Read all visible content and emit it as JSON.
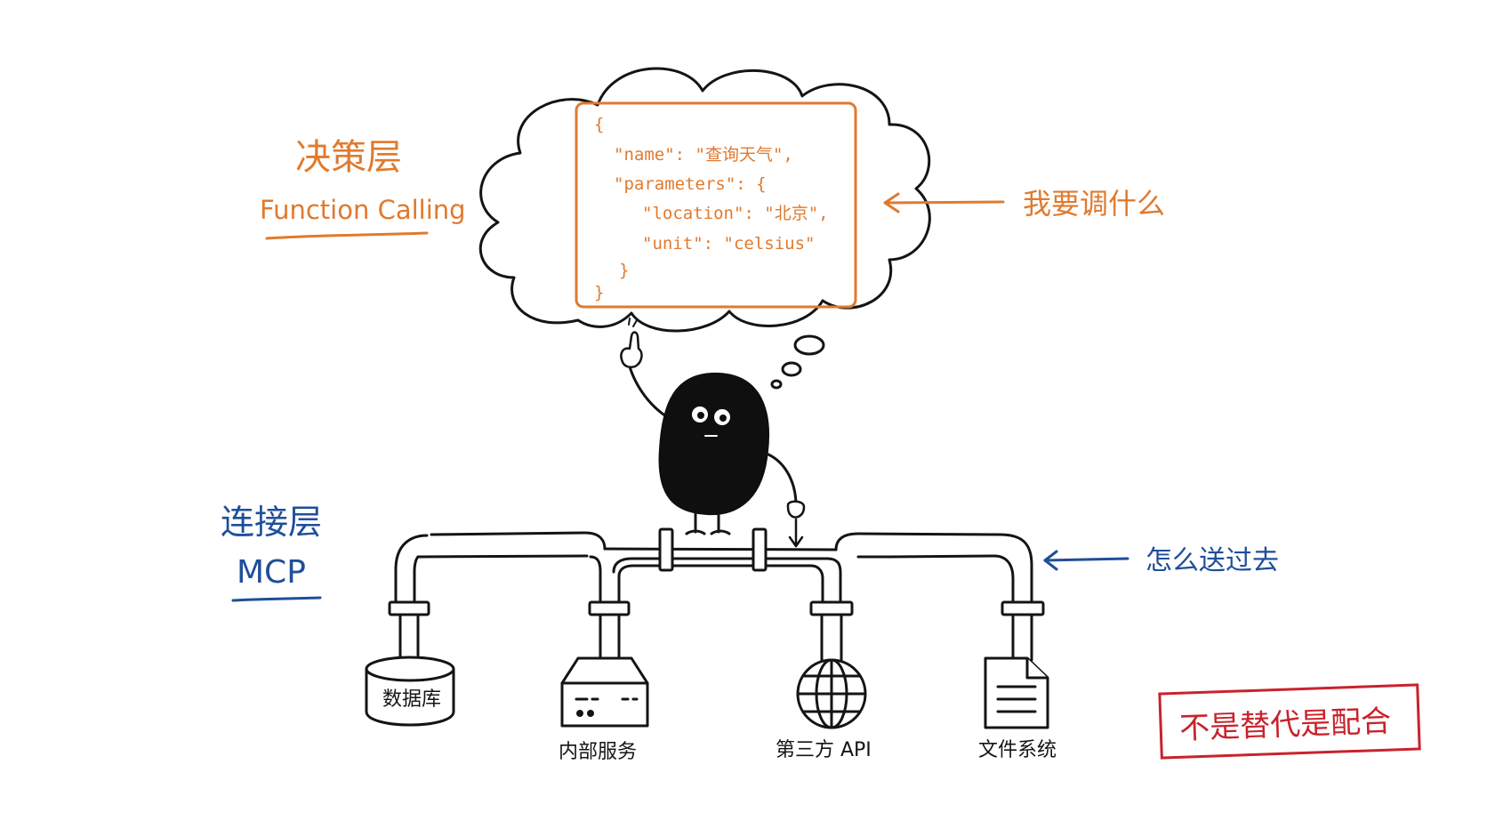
{
  "colors": {
    "orange": "#e07a2e",
    "blue": "#1f4e9a",
    "red": "#c8232c",
    "ink": "#141414"
  },
  "decision_layer": {
    "title": "决策层",
    "subtitle": "Function Calling",
    "annotation": "我要调什么"
  },
  "code_lines": [
    "{",
    "\"name\": \"查询天气\",",
    "\"parameters\": {",
    "\"location\": \"北京\",",
    "\"unit\": \"celsius\"",
    "}",
    "}"
  ],
  "connection_layer": {
    "title": "连接层",
    "subtitle": "MCP",
    "annotation": "怎么送过去"
  },
  "endpoints": {
    "database": "数据库",
    "internal_service": "内部服务",
    "third_party_api": "第三方 API",
    "file_system": "文件系统"
  },
  "stamp": "不是替代是配合"
}
